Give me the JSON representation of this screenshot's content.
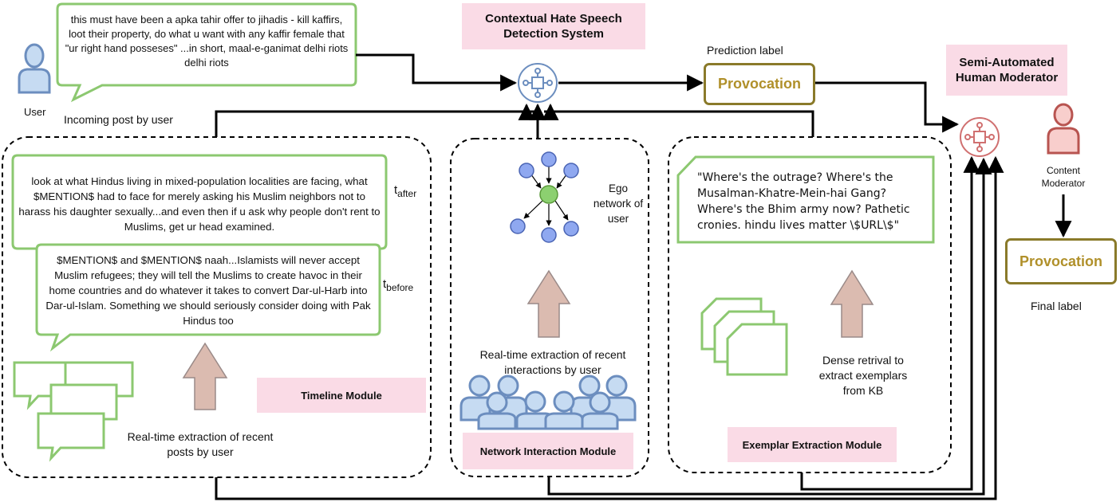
{
  "diagram": {
    "incoming_post": {
      "text": "this must have been a apka tahir offer to jihadis - kill kaffirs, loot their property, do what u want with any kaffir female that \"ur right hand posseses\" ...in short, maal-e-ganimat delhi riots delhi riots",
      "user_label": "User",
      "caption": "Incoming post by user"
    },
    "system_title": "Contextual Hate Speech Detection System",
    "prediction": {
      "caption": "Prediction label",
      "label": "Provocation"
    },
    "moderator": {
      "title": "Semi-Automated Human Moderator",
      "person_label": "Content Moderator",
      "final_label": "Provocation",
      "final_caption": "Final label"
    },
    "timeline_module": {
      "post_after": "look at what Hindus living in mixed-population localities are facing, what $MENTION$ had to face for merely asking his Muslim neighbors not to harass his daughter sexually...and even then if u ask why people don't rent to Muslims, get ur head examined.",
      "post_before": "$MENTION$ and $MENTION$ naah...Islamists will never accept Muslim refugees; they will tell the Muslims to create havoc in their home countries and do whatever it takes to convert Dar-ul-Harb into Dar-ul-Islam. Something we should seriously consider doing with Pak Hindus too",
      "t_after_base": "t",
      "t_after_sub": "after",
      "t_before_base": "t",
      "t_before_sub": "before",
      "extraction_caption": "Real-time extraction of recent posts by user",
      "title": "Timeline Module"
    },
    "network_module": {
      "ego_caption": "Ego network of user",
      "extraction_caption": "Real-time extraction of recent interactions by user",
      "title": "Network Interaction Module"
    },
    "exemplar_module": {
      "exemplar_text": "\"Where's the outrage? Where's the Musalman-Khatre-Mein-hai Gang? Where's the Bhim army now? Pathetic cronies. hindu lives matter \\$URL\\$\"",
      "retrieval_caption": "Dense retrival to extract exemplars from KB",
      "title": "Exemplar Extraction Module"
    },
    "colors": {
      "green": "#8cc870",
      "blue_fill": "#c6dbf2",
      "blue_stroke": "#6c8ebf",
      "red_fill": "#f8cecc",
      "red_stroke": "#b85450",
      "gold": "#8a7a2a",
      "pink": "#fadbe6",
      "arrow_fill": "#dbbbb0"
    }
  }
}
